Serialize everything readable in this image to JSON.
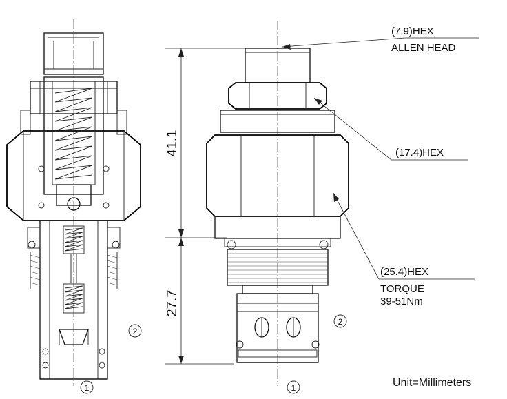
{
  "labels": {
    "allen_hex": "(7.9)HEX",
    "allen_head": "ALLEN HEAD",
    "hex_small": "(17.4)HEX",
    "hex_large": "(25.4)HEX",
    "torque": "TORQUE",
    "torque_value": "39-51Nm",
    "dim_upper": "41.1",
    "dim_lower": "27.7",
    "unit": "Unit=Millimeters"
  },
  "ports": {
    "port_1": "1",
    "port_2": "2"
  },
  "colors": {
    "line": "#111111",
    "background": "#ffffff"
  }
}
